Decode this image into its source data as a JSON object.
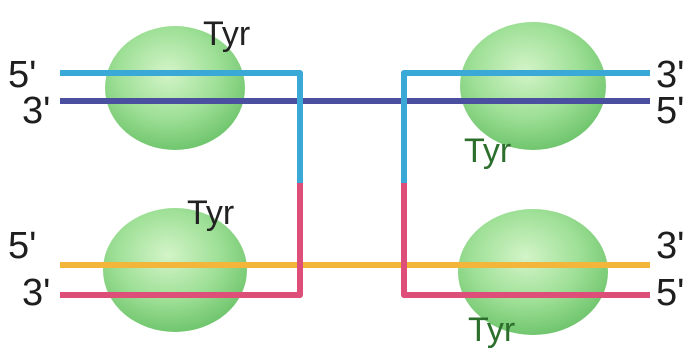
{
  "colors": {
    "blue_strand": "#3aa9d8",
    "purple_strand": "#4a4fa0",
    "orange_strand": "#f4b63a",
    "pink_strand": "#dd4f78",
    "protein_fill": "#8ed98a",
    "protein_highlight": "#d3f4c8",
    "tyr_text_top": "#222222",
    "tyr_text_bottom": "#2c6e2c"
  },
  "proteins": [
    {
      "label": "Tyr",
      "icon": "protein-blob"
    },
    {
      "label": "Tyr",
      "icon": "protein-blob"
    },
    {
      "label": "Tyr",
      "icon": "protein-blob"
    },
    {
      "label": "Tyr",
      "icon": "protein-blob"
    }
  ],
  "left_top_ends": {
    "top": "5'",
    "bottom": "3'"
  },
  "right_top_ends": {
    "top": "3'",
    "bottom": "5'"
  },
  "left_bottom_ends": {
    "top": "5'",
    "bottom": "3'"
  },
  "right_bottom_ends": {
    "top": "3'",
    "bottom": "5'"
  }
}
